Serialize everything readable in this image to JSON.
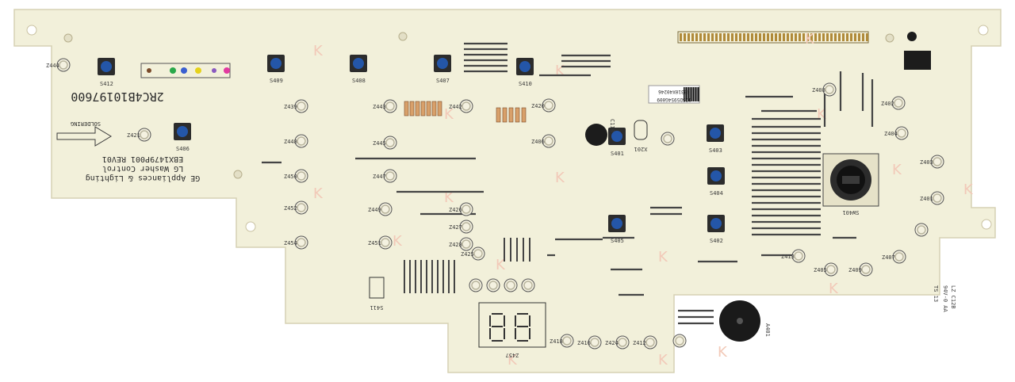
{
  "board": {
    "part_number": "2RC4B10197600",
    "manufacturer_line": "GE Appliances & Lighting",
    "product_line": "LG Washer Control",
    "revision": "EBX1479P001 REV01",
    "arrow_label": "SOLDERING",
    "barcode_id": "23310X40246",
    "barcode_sub": "175D5954G009",
    "corner_code": "LZ C12B",
    "corner_code_2": "94V-0 AA",
    "corner_code_3": "TS 13"
  },
  "colors": {
    "pcb": "#f2f0da",
    "mount_tab": "#f4efd6",
    "button_blue": "#2456a8",
    "button_body": "#2c2c2c",
    "led_ring": "#b9b59e",
    "buzzer": "#1a1a1a",
    "watermark": "#f2c9b8",
    "jumper": "#444444"
  },
  "buttons": [
    {
      "ref": "S412"
    },
    {
      "ref": "S409"
    },
    {
      "ref": "S408"
    },
    {
      "ref": "S407"
    },
    {
      "ref": "S410"
    },
    {
      "ref": "S406"
    },
    {
      "ref": "S401"
    },
    {
      "ref": "S403"
    },
    {
      "ref": "S404"
    },
    {
      "ref": "S402"
    },
    {
      "ref": "S405"
    }
  ],
  "leds": [
    {
      "ref": "Z444"
    },
    {
      "ref": "Z443"
    },
    {
      "ref": "Z442"
    },
    {
      "ref": "Z439"
    },
    {
      "ref": "Z448"
    },
    {
      "ref": "Z445"
    },
    {
      "ref": "Z450"
    },
    {
      "ref": "Z447"
    },
    {
      "ref": "Z452"
    },
    {
      "ref": "Z449"
    },
    {
      "ref": "Z454"
    },
    {
      "ref": "Z451"
    },
    {
      "ref": "Z421"
    },
    {
      "ref": "Z406"
    },
    {
      "ref": "Z408"
    },
    {
      "ref": "Z402"
    },
    {
      "ref": "Z404"
    },
    {
      "ref": "Z403"
    },
    {
      "ref": "Z401"
    },
    {
      "ref": "Z413"
    },
    {
      "ref": "Z405"
    },
    {
      "ref": "Z409"
    },
    {
      "ref": "Z407"
    },
    {
      "ref": "Z420"
    },
    {
      "ref": "Z425"
    },
    {
      "ref": "Z426"
    },
    {
      "ref": "Z427"
    },
    {
      "ref": "Z428"
    },
    {
      "ref": "Z418"
    },
    {
      "ref": "Z416"
    },
    {
      "ref": "Z424"
    },
    {
      "ref": "Z412"
    }
  ],
  "labels": {
    "knob": "SW401",
    "buzzer": "A401",
    "display": "Z457",
    "switch_small": "S411",
    "capacitor": "C110",
    "crystal": "X201"
  }
}
